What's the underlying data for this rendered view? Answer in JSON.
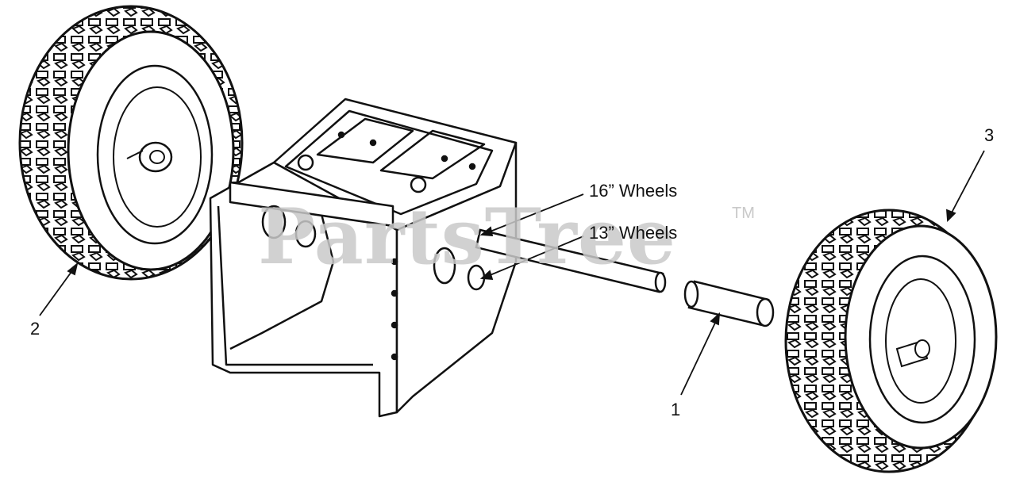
{
  "callouts": {
    "part1": "1",
    "part2": "2",
    "part3": "3"
  },
  "notes": {
    "wheels16": "16” Wheels",
    "wheels13": "13” Wheels"
  },
  "watermark": {
    "text": "PartsTree",
    "trademark": "TM"
  },
  "colors": {
    "line": "#111111",
    "watermark": "#c9c9c9",
    "background": "#ffffff"
  }
}
